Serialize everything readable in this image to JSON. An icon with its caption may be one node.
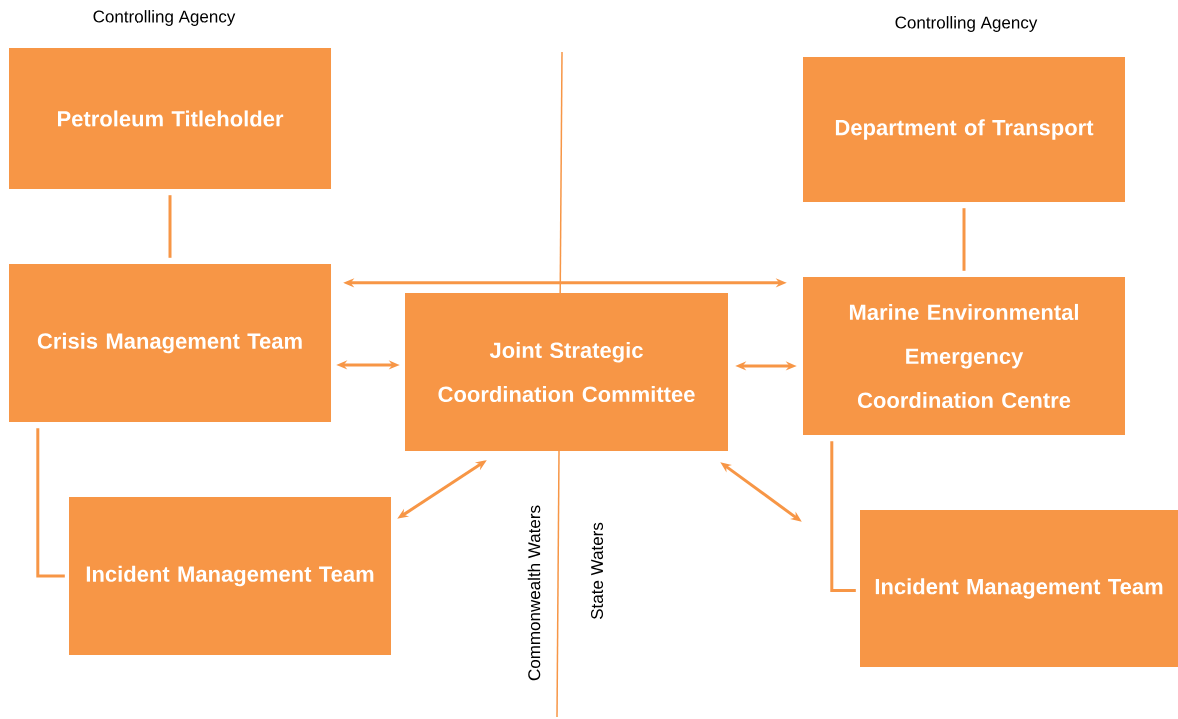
{
  "diagram": {
    "nodes": [
      {
        "text": [
          "Petroleum Titleholder"
        ],
        "beside": [
          "Controlling Agency"
        ]
      },
      {
        "text": [
          "Department of Transport"
        ],
        "beside": [
          "Controlling Agency"
        ]
      },
      {
        "text": [
          "Crisis Management Team"
        ]
      },
      {
        "text": [
          "Joint Strategic Coordination Committee"
        ]
      },
      {
        "text": [
          "Marine Environmental Emergency Coordination Centre"
        ]
      },
      {
        "text": [
          "Incident Management Team"
        ]
      },
      {
        "text": [
          "Incident Management Team"
        ]
      }
    ],
    "edges": [
      {
        "from": 0,
        "to": 2,
        "arrow": "none"
      },
      {
        "from": 1,
        "to": 4,
        "arrow": "none"
      },
      {
        "from": 2,
        "to": 4,
        "arrow": "both"
      },
      {
        "from": 2,
        "to": 3,
        "arrow": "both"
      },
      {
        "from": 3,
        "to": 4,
        "arrow": "both"
      },
      {
        "from": 5,
        "to": 3,
        "arrow": "both"
      },
      {
        "from": 3,
        "to": 6,
        "arrow": "both"
      },
      {
        "from": 2,
        "to": 5,
        "arrow": "none"
      },
      {
        "from": 4,
        "to": 6,
        "arrow": "none"
      }
    ],
    "labels": [
      "Commonwealth Waters",
      "State Waters"
    ]
  }
}
